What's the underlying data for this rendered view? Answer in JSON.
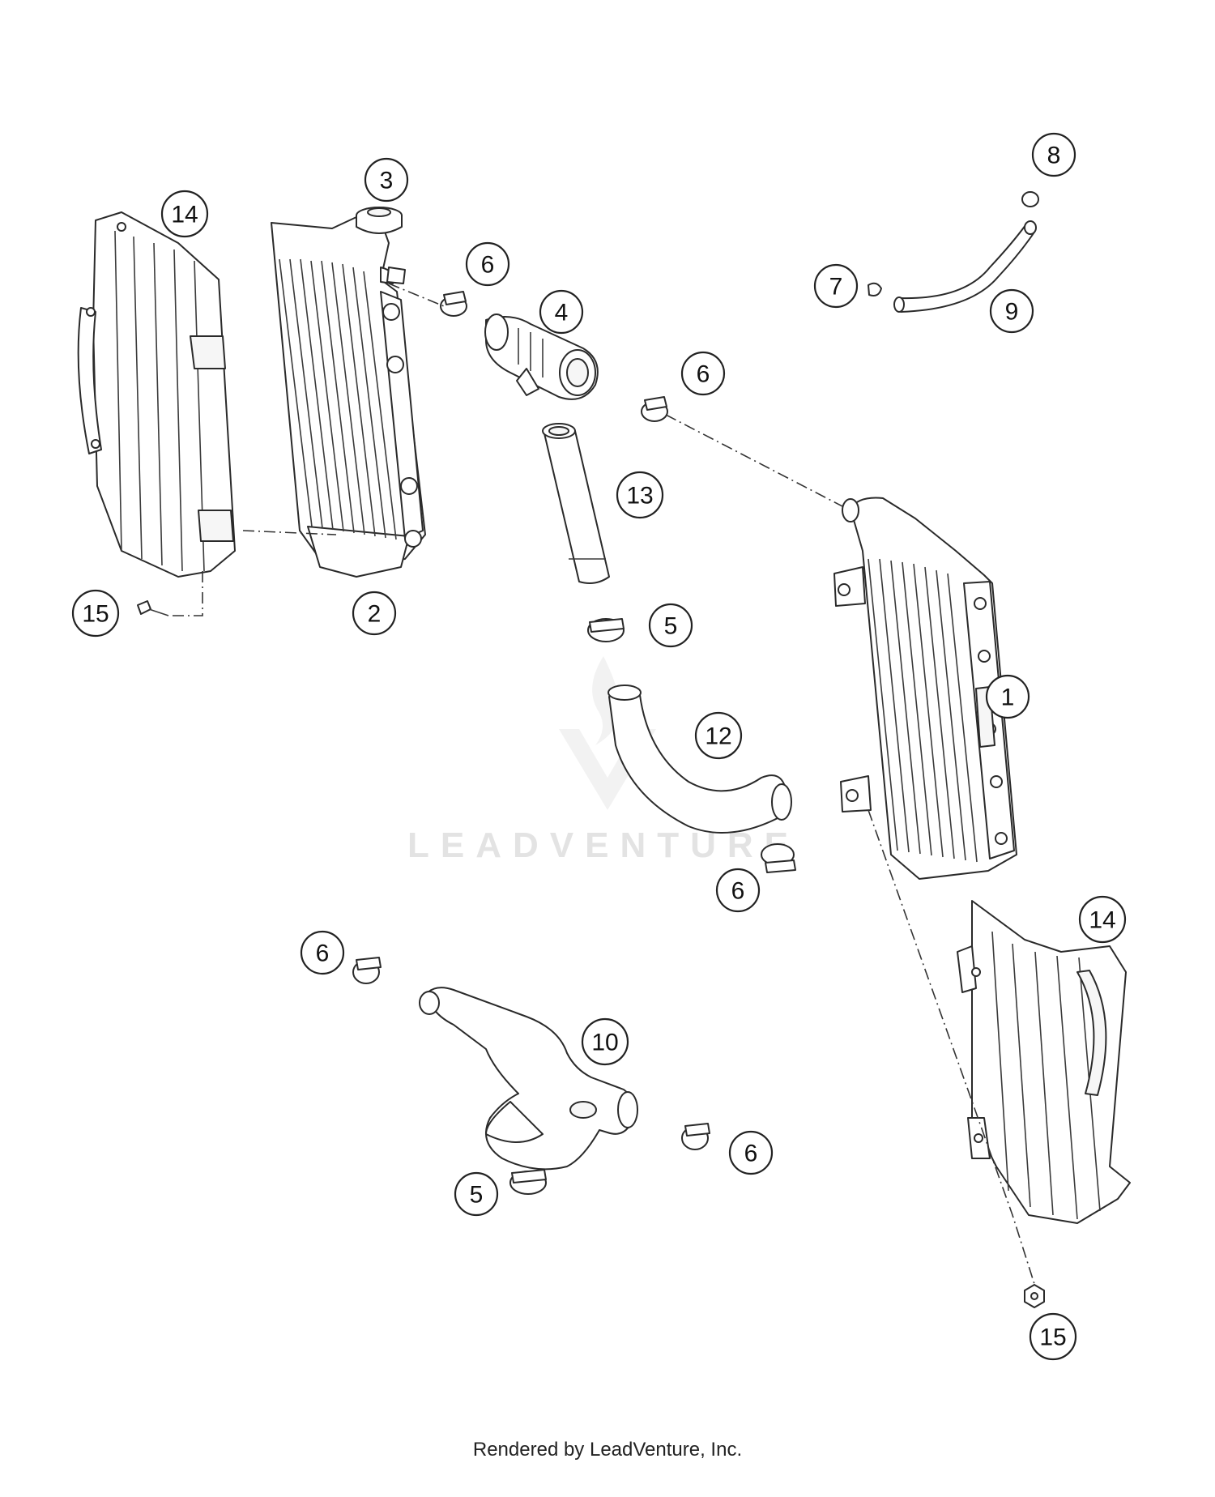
{
  "watermark": {
    "brand": "LEADVENTURE"
  },
  "footer": {
    "credit": "Rendered by LeadVenture, Inc."
  },
  "callouts": [
    {
      "label": "1",
      "part": "right-radiator"
    },
    {
      "label": "2",
      "part": "left-radiator"
    },
    {
      "label": "3",
      "part": "radiator-cap"
    },
    {
      "label": "4",
      "part": "thermostat-hose-connector"
    },
    {
      "label": "5",
      "part": "hose-clamp"
    },
    {
      "label": "5",
      "part": "hose-clamp"
    },
    {
      "label": "6",
      "part": "hose-clamp-small"
    },
    {
      "label": "6",
      "part": "hose-clamp-small"
    },
    {
      "label": "6",
      "part": "hose-clamp-small"
    },
    {
      "label": "6",
      "part": "hose-clamp-small"
    },
    {
      "label": "6",
      "part": "hose-clamp-small"
    },
    {
      "label": "7",
      "part": "small-clip"
    },
    {
      "label": "8",
      "part": "hose-cap"
    },
    {
      "label": "9",
      "part": "overflow-hose"
    },
    {
      "label": "10",
      "part": "lower-y-hose"
    },
    {
      "label": "12",
      "part": "bent-radiator-hose"
    },
    {
      "label": "13",
      "part": "straight-hose"
    },
    {
      "label": "14",
      "part": "left-radiator-guard"
    },
    {
      "label": "14",
      "part": "right-radiator-guard"
    },
    {
      "label": "15",
      "part": "guard-screw"
    },
    {
      "label": "15",
      "part": "guard-screw"
    }
  ]
}
